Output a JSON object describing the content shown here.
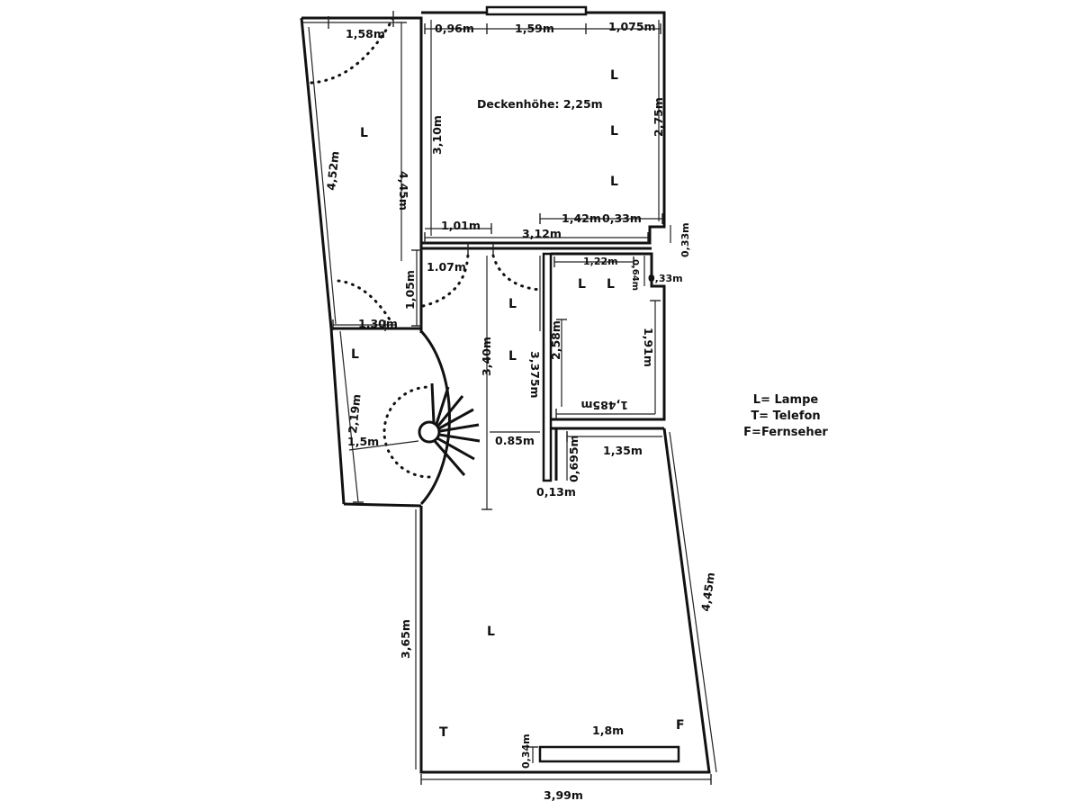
{
  "ceiling_height": "Deckenhöhe: 2,25m",
  "legend": {
    "lamp": "L= Lampe",
    "phone": "T= Telefon",
    "tv": "F=Fernseher"
  },
  "marks": {
    "lamp": "L",
    "phone": "T",
    "tv": "F"
  },
  "dimensions": {
    "d158": "1,58m",
    "d452": "4,52m",
    "d445a": "4,45m",
    "d105": "1,05m",
    "d130": "1,30m",
    "d096": "0,96m",
    "d159": "1,59m",
    "d1075": "1,075m",
    "d310": "3,10m",
    "d275": "2,75m",
    "d101": "1,01m",
    "d142": "1,42m",
    "d033a": "0,33m",
    "d312": "3,12m",
    "d033b": "0,33m",
    "d107": "1.07m",
    "d122": "1,22m",
    "d064": "0,64m",
    "d033c": "0,33m",
    "d258": "2,58m",
    "d191": "1,91m",
    "d1485": "1,485m",
    "d340": "3,40m",
    "d3375": "3,375m",
    "d219": "2,19m",
    "d15": "1,5m",
    "d085": "0.85m",
    "d0695": "0,695m",
    "d135": "1,35m",
    "d013": "0,13m",
    "d365": "3,65m",
    "d445b": "4,45m",
    "d18": "1,8m",
    "d034": "0,34m",
    "d399": "3,99m"
  }
}
